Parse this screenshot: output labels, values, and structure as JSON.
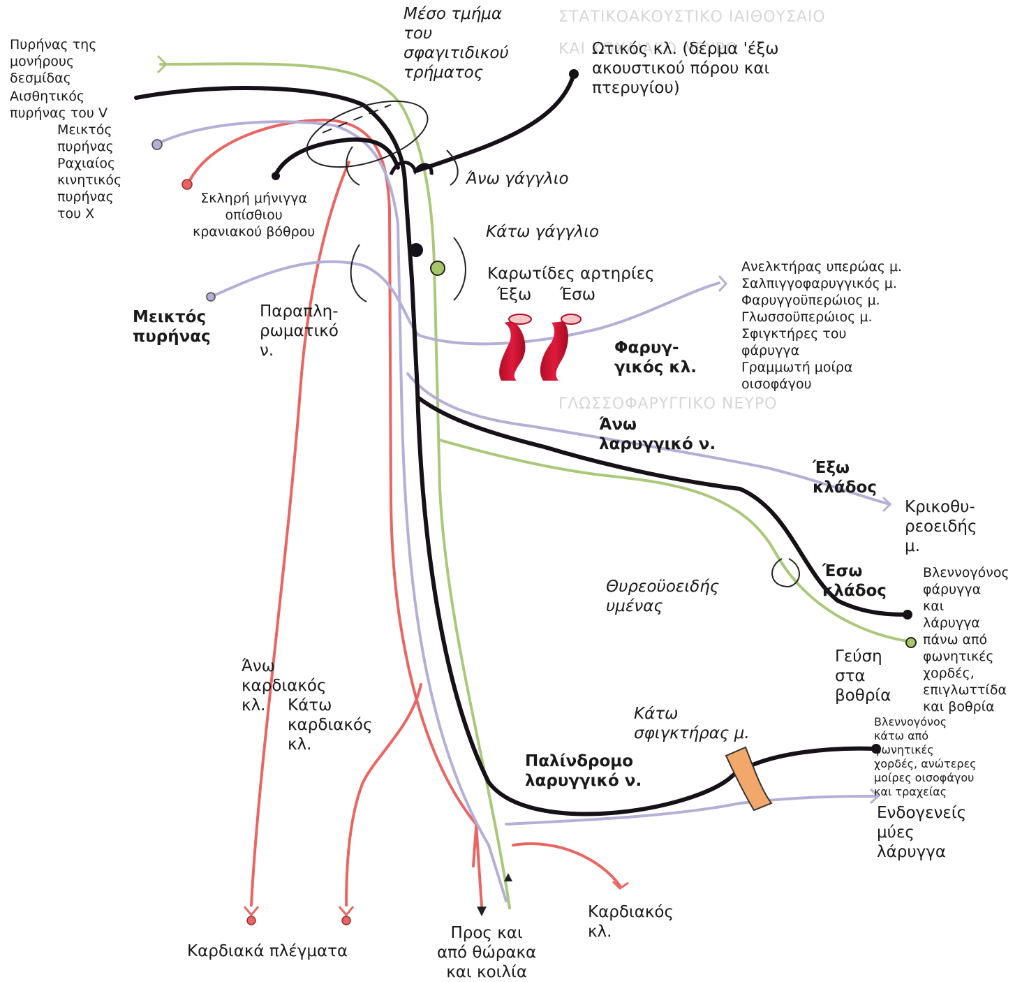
{
  "labels": {
    "nucleus_solitarius": "Πυρήνας της\nμονήρους\nδεσμίδας",
    "sensory_nucleus_v": "Αισθητικός\nπυρήνας του V",
    "mixed_nucleus_top": "Μεικτός\nπυρήνας",
    "spinal_motor_nucleus_x": "Ραχιαίος\nκινητικός\nπυρήνας\nτου Χ",
    "dura_posterior_fossa": "Σκληρή μήνιγγα\nοπίσθιου\nκρανιακού βόθρου",
    "middle_jugular_foramen": "Μέσο τμήμα\nτου\nσφαγιτιδικού\nτρήματος",
    "auricular_branch": "Ωτικός κλ. (δέρμα 'έξω\nακουστικού πόρου και\nπτερυγίου)",
    "superior_ganglion": "Άνω γάγγλιο",
    "inferior_ganglion": "Κάτω γάγγλιο",
    "carotid_arteries": "Καρωτίδες αρτηρίες",
    "external": "Έξω",
    "internal": "Έσω",
    "mixed_nucleus_mid": "Μεικτός\nπυρήνας",
    "paraplhromatiko": "Παραπλη-\nρωματικό\nν.",
    "pharyngeal_branch": "Φαρυγ-\nγικός κλ.",
    "pharyngeal_muscles": "Ανελκτήρας υπερώας μ.\nΣαλπιγγοφαρυγγικός μ.\nΦαρυγγοϋπερώιος μ.\nΓλωσσοϋπερώιος μ.\nΣφιγκτήρες του\nφάρυγγα\nΓραμμωτή μοίρα\nοισοφάγου",
    "superior_laryngeal": "Άνω\nλαρυγγικό ν.",
    "external_branch": "Έξω\nκλάδος",
    "cricothyroid": "Κρικοθυ-\nρεοειδής\nμ.",
    "internal_branch": "Έσω\nκλάδος",
    "thyrohyoid_membrane": "Θυρεοϋοειδής\nυμένας",
    "mucosa_upper": "Βλεννογόνος\nφάρυγγα\nκαι\nλάρυγγα\nπάνω από\nφωνητικές\nχορδές,\nεπιγλωττίδα\nκαι βοθρία",
    "taste_valleculae": "Γεύση\nστα\nβοθρία",
    "inferior_constrictor": "Κάτω\nσφιγκτήρας μ.",
    "mucosa_lower": "Βλεννογόνος\nκάτω από\nφωνητικές\nχορδές, ανώτερες\nμοίρες οισοφάγου\nκαι τραχείας",
    "intrinsic_muscles": "Ενδογενείς\nμύες\nλάρυγγα",
    "recurrent_laryngeal": "Παλίνδρομο\nλαρυγγικό ν.",
    "superior_cardiac": "Άνω\nκαρδιακός\nκλ.",
    "inferior_cardiac": "Κάτω\nκαρδιακός\nκλ.",
    "cardiac_plexuses": "Καρδιακά πλέγματα",
    "to_thorax": "Προς και\nαπό θώρακα\nκαι κοιλία",
    "cardiac_branch": "Καρδιακός\nκλ."
  },
  "background_text": [
    "ΣΤΑΤΙΚΟΑΚΟΥΣΤΙΚΟ ΙΑΙΘΟΥΣΑΙΟ",
    "ΚΑΙ ΚΟΧΛΙΑΚΟ ΝΕΥΡΟ",
    "ΓΛΩΣΣΟΦΑΡΥΓΓΙΚΟ ΝΕΥΡΟ"
  ],
  "colors": {
    "motor_black": "#161019",
    "sensory_lavender": "#b4afd6",
    "parasympathetic_red": "#ea6562",
    "taste_green": "#aac87a",
    "artery": "#c8102e",
    "constrictor": "#f2a86a"
  }
}
